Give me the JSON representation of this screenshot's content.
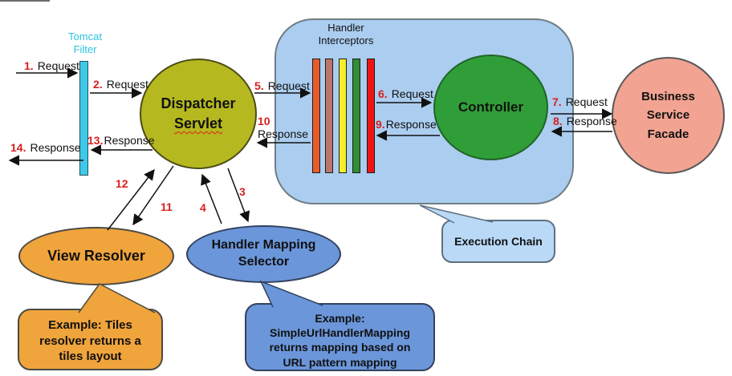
{
  "colors": {
    "cyan_filter": "#3ec9e9",
    "tomcat_text_cyan": "#2cc3e0",
    "dispatcher_olive": "#b5b91f",
    "container_blue": "#abcdf0",
    "interceptor_bars": [
      "#e85c2c",
      "#bd7569",
      "#f5ee28",
      "#2f8f33",
      "#ee1414"
    ],
    "controller_green": "#2f9e38",
    "business_salmon": "#f2a391",
    "view_resolver_orange": "#f0a43c",
    "handler_mapping_blue": "#6b96da",
    "execution_chain_blue": "#b9d9f7",
    "arrow_number_red": "#d91f1f"
  },
  "nodes": {
    "tomcat_filter": {
      "label": "Tomcat\nFilter"
    },
    "dispatcher_servlet": {
      "line1": "Dispatcher",
      "line2": "Servlet"
    },
    "handler_interceptors": {
      "label": "Handler\nInterceptors"
    },
    "controller": {
      "label": "Controller"
    },
    "business_service_facade": {
      "label": "Business\nService\nFacade"
    },
    "view_resolver": {
      "label": "View Resolver"
    },
    "handler_mapping_selector": {
      "label": "Handler Mapping\nSelector"
    },
    "execution_chain": {
      "label": "Execution Chain"
    }
  },
  "callouts": {
    "view_resolver_example": {
      "text": "Example: Tiles\nresolver returns a\ntiles layout"
    },
    "handler_mapping_example": {
      "text": "Example:\nSimpleUrlHandlerMapping\nreturns mapping based on\nURL pattern mapping"
    }
  },
  "arrows": {
    "a1": {
      "num": "1.",
      "label": "Request"
    },
    "a2": {
      "num": "2.",
      "label": "Request"
    },
    "a3": {
      "num": "3"
    },
    "a4": {
      "num": "4"
    },
    "a5": {
      "num": "5.",
      "label": "Request"
    },
    "a6": {
      "num": "6.",
      "label": "Request"
    },
    "a7": {
      "num": "7.",
      "label": "Request"
    },
    "a8": {
      "num": "8.",
      "label": "Response"
    },
    "a9": {
      "num": "9.",
      "label": "Response"
    },
    "a10": {
      "num": "10",
      "label": "Response"
    },
    "a11": {
      "num": "11"
    },
    "a12": {
      "num": "12"
    },
    "a13": {
      "num": "13.",
      "label": "Response"
    },
    "a14": {
      "num": "14.",
      "label": "Response"
    }
  }
}
